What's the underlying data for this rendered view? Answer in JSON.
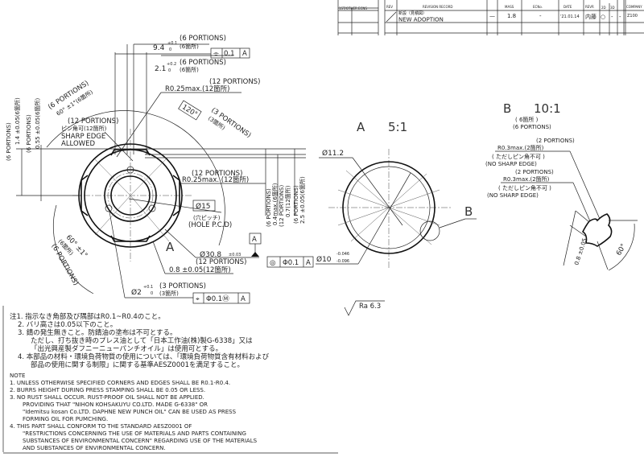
{
  "revision_table": {
    "left_header": "1ST/OTHER ECNS",
    "headers": {
      "rev": "REV",
      "record": "REVISION RECORD",
      "mass": "MASS",
      "ecno": "ECNo.",
      "date": "DATE",
      "revr": "REVR",
      "cad_2d": "2D",
      "cad_3d": "3D",
      "company": "COMPANY"
    },
    "rows": [
      {
        "record_jp": "新設（見積図）",
        "record_en": "NEW ADOPTION",
        "dash": "—",
        "mass": "1.8",
        "ecno": "-",
        "date": "'21.01.14",
        "revr": "内藤",
        "cad_2d": "○",
        "cad_3d": "-",
        "extra": "-",
        "company": "Z100"
      }
    ]
  },
  "main_view": {
    "dim_94": "9.4",
    "dim_94_tol_upper": "+0.1",
    "dim_94_tol_lower": "0",
    "dim_94_note": "(6 PORTIONS)",
    "dim_94_note_jp": "(6箇所)",
    "fcf_top": {
      "symbol": "⌯",
      "value": "0.1",
      "datum": "A"
    },
    "dim_21": "2.1",
    "dim_21_tol_upper": "+0.2",
    "dim_21_tol_lower": "0",
    "dim_21_note": "(6 PORTIONS)",
    "dim_21_note_jp": "(6箇所)",
    "r025_note": "(12 PORTIONS)",
    "r025": "R0.25max.(12箇所)",
    "angle_120": "120°",
    "angle_120_note": "(3 PORTIONS)",
    "angle_120_note_jp": "(3箇所)",
    "angle_60_top_note": "(6 PORTIONS)",
    "angle_60_top": "60° ±1°(6箇所)",
    "sharp_note": "(12 PORTIONS)",
    "sharp_jp": "ピン角可(12箇所)",
    "sharp_1": "SHARP EDGE",
    "sharp_2": "ALLOWED",
    "v_dim_14_note": "(6 PORTIONS)",
    "v_dim_14": "1.4 ±0.05(6箇所)",
    "v_dim_055_note": "(6 PORTIONS)",
    "v_dim_055": "0.55 ±0.05(6箇所)",
    "r025b_note": "(12 PORTIONS)",
    "r025b": "R0.25max. (12箇所)",
    "v_dim_04_note": "(6 PORTIONS)",
    "v_dim_04": "0.4max.(6箇所)",
    "v_dim_07_note": "(12 PORTIONS)",
    "v_dim_07": "0.7(12箇所)",
    "v_dim_25_note": "(6 PORTIONS)",
    "v_dim_25": "2.5 ±0.05(6箇所)",
    "pcd": "Ø15",
    "pcd_jp": "(穴ピッチ)",
    "pcd_en": "(HOLE P.C.D)",
    "detail_a_label": "A",
    "datum_a": "A",
    "dia_308": "Ø30.8",
    "dia_308_tol": "±0.03",
    "dia_308_note": "(12 PORTIONS)",
    "dim_08": "0.8 ±0.05(12箇所)",
    "angle_60_bottom": "60° ±1°",
    "angle_60_bottom_jp": "(6箇所)",
    "angle_60_bottom_note": "(6 PORTIONS)",
    "hole_dia": "Ø2",
    "hole_tol_upper": "+0.1",
    "hole_tol_lower": "0",
    "hole_note": "(3 PORTIONS)",
    "hole_note_jp": "(3箇所)",
    "fcf_position": {
      "symbol": "⌖",
      "value": "Φ0.1Ⓜ",
      "datum": "A"
    },
    "fcf_concentric": {
      "symbol": "◎",
      "value": "Φ0.1",
      "datum": "A"
    }
  },
  "detail_a": {
    "title": "A",
    "scale": "5:1",
    "dia_112": "Ø11.2",
    "dia_10": "Ø10",
    "dia_10_upper": "-0.046",
    "dia_10_lower": "-0.096",
    "detail_b_label": "B",
    "roughness": "Ra 6.3"
  },
  "detail_b": {
    "title": "B",
    "scale": "10:1",
    "portions_jp": "( 6箇所 )",
    "portions": "(6 PORTIONS)",
    "r03_1_note": "(2 PORTIONS)",
    "r03_1": "R0.3max.(2箇所)",
    "r03_1_jp": "( ただしピン角不可 )",
    "r03_1_en": "(NO SHARP EDGE)",
    "r03_2_note": "(2 PORTIONS)",
    "r03_2": "R0.3max.(2箇所)",
    "r03_2_jp": "( ただしピン角不可 )",
    "r03_2_en": "(NO SHARP EDGE)",
    "dim_08": "0.8 ±0.05",
    "angle": "60°"
  },
  "notes_jp": [
    "注1. 指示なき角部及び隅部はR0.1~R0.4のこと。",
    "2. バリ高さは0.05以下のこと。",
    "3. 錆の発生無きこと。防錆油の塗布は不可とする。",
    "ただし、打ち抜き時のプレス油として「日本工作油(株)製G-6338」又は",
    "「出光興産製ダフニーニューパンチオイル」は使用可とする。",
    "4. 本部品の材料・環境負荷物質の使用については、「環境負荷物質含有材料および",
    "部品の使用に関する制限」に関する基準AESZ0001を満足すること。"
  ],
  "notes_en": [
    "NOTE",
    "1. UNLESS OTHERWISE SPECIFIED CORNERS AND EDGES SHALL BE R0.1-R0.4.",
    "2. BURRS HEIGHT DURING PRESS STAMPING SHALL BE 0.05 OR LESS.",
    "3. NO RUST SHALL OCCUR. RUST-PROOF OIL SHALL NOT BE APPLIED.",
    "PROVIDING THAT \"NIHON KOHSAKUYU CO.LTD. MADE G-6338\" OR",
    "\"Idemitsu kosan Co.LTD. DAPHNE NEW PUNCH OIL\" CAN BE USED AS PRESS",
    "FORMING OIL FOR PUMCHING.",
    "4. THIS PART SHALL CONFORM TO THE STANDARD AESZ0001 OF",
    "\"RESTRICTIONS CONCERNING THE USE OF MATERIALS AND PARTS CONTAINING",
    "SUBSTANCES OF ENVIRONMENTAL CONCERN\" REGARDING USE OF THE MATERIALS",
    "AND SUBSTANCES OF ENVIRONMENTAL CONCERN."
  ]
}
